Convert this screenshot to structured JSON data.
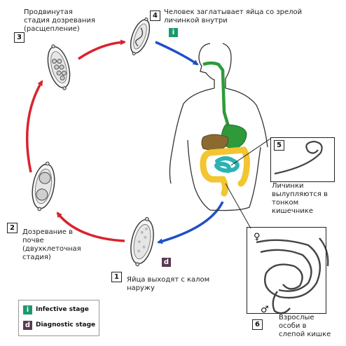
{
  "labels": {
    "stage3": "Продвинутая\nстадия дозревания\n(расщепление)",
    "stage4": "Человек заглатывает яйца со зрелой\nличинкой внутри",
    "stage5": "Личинки\nвылупляются в\nтонком\nкишечнике",
    "stage2": "Дозревание в\nпочве\n(двухклеточная\nстадия)",
    "stage1": "Яйца выходят с калом\nнаружу",
    "stage6": "Взрослые\nособи в\nслепой кишке"
  },
  "numbers": {
    "n1": "1",
    "n2": "2",
    "n3": "3",
    "n4": "4",
    "n5": "5",
    "n6": "6"
  },
  "badges": {
    "infective": "i",
    "diagnostic": "d"
  },
  "legend": {
    "infective_label": "Infective stage",
    "diagnostic_label": "Diagnostic stage"
  },
  "symbols": {
    "female": "♀",
    "male": "♂"
  },
  "colors": {
    "infective": "#1a9a6c",
    "diagnostic": "#5a3a52",
    "arrow_red": "#d9232e",
    "arrow_blue": "#1f4fc8",
    "esophagus": "#2e9a3a",
    "stomach": "#2e9a3a",
    "small_intestine": "#2bb3b3",
    "large_intestine": "#f2c531",
    "liver": "#8a6a2e"
  }
}
